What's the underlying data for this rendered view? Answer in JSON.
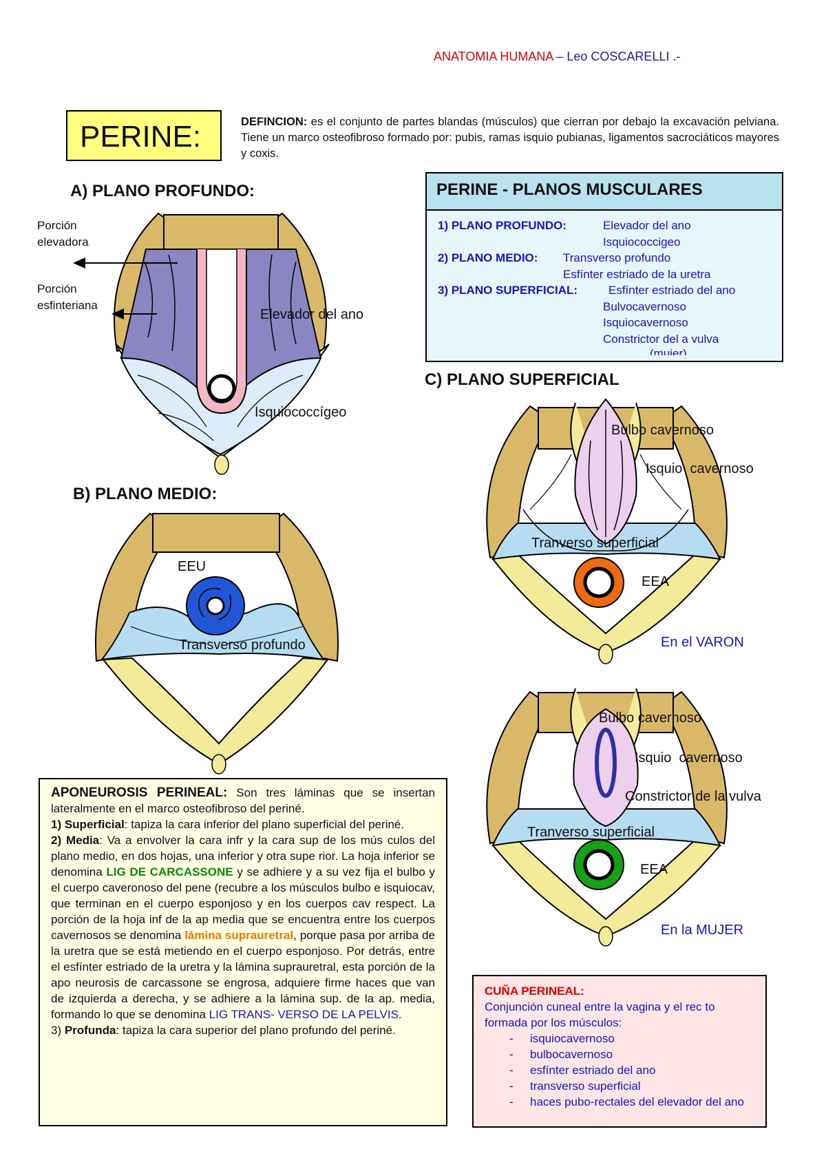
{
  "header": {
    "course": "ANATOMIA HUMANA",
    "sep": " – ",
    "author": "Leo COSCARELLI .-"
  },
  "title": "PERINE:",
  "definition": {
    "label": "DEFINCION:",
    "text": " es el conjunto de partes blandas (músculos) que cierran por debajo la excavación pelviana.  Tiene un marco osteofibroso formado por:  pubis, ramas isquio pubianas, ligamentos sacrociáticos mayores y coxis."
  },
  "sections": {
    "profundo": "A) PLANO PROFUNDO:",
    "medio": "B) PLANO MEDIO:",
    "superficial": "C) PLANO SUPERFICIAL"
  },
  "fig_a": {
    "porcion_elevadora": [
      "Porción",
      "elevadora"
    ],
    "porcion_esfinteriana": [
      "Porción",
      "esfinteriana"
    ],
    "elevador": "Elevador del ano",
    "isquio": "Isquiococcígeo"
  },
  "fig_b": {
    "eeu": "EEU",
    "transverso": "Transverso profundo"
  },
  "fig_varon": {
    "bulbo": "Bulbo cavernoso",
    "isquio": "Isquio  cavernoso",
    "transverso": "Tranverso superficial",
    "eea": "EEA",
    "caption": "En el VARON"
  },
  "fig_mujer": {
    "bulbo": "Bulbo cavernoso",
    "isquio": "Isquio  cavernoso",
    "constrictor": "Constrictor de la vulva",
    "transverso": "Tranverso superficial",
    "eea": "EEA",
    "caption": "En la MUJER"
  },
  "planos": {
    "title": "PERINE  - PLANOS MUSCULARES",
    "p1_label": "1) PLANO PROFUNDO:",
    "p1_items": [
      "Elevador del ano",
      "Isquiococcigeo"
    ],
    "p2_label": "2) PLANO MEDIO:",
    "p2_items": [
      "Transverso profundo",
      "Esfínter estriado de la uretra"
    ],
    "p3_label": "3) PLANO SUPERFICIAL:",
    "p3_items": [
      "Esfínter estriado del ano",
      "Bulvocavernoso",
      "Isquiocavernoso",
      "Constrictor del a vulva",
      "(mujer)"
    ]
  },
  "aponeurosis": {
    "title": "APONEUROSIS PERINEAL:",
    "intro": "  Son tres láminas que se insertan lateralmente en el marco osteofibroso del periné.",
    "sup_label": "1) Superficial",
    "sup_text": ": tapiza la cara inferior del plano superficial del periné.",
    "med_label": "2) Media",
    "med_text1": ": Va a envolver la cara infr y la cara sup de los mús culos del plano medio, en dos hojas, una inferior y otra supe rior. La hoja inferior se denomina ",
    "lig_carcassone": "LIG DE CARCASSONE",
    "med_text2": " y se adhiere y a su vez fija el bulbo y el cuerpo caveronoso del pene (recubre a los músculos bulbo e isquiocav, que terminan en el cuerpo esponjoso y en los cuerpos cav respect.  La porción de la hoja inf de la ap media que se encuentra entre los cuerpos cavernosos se denomina ",
    "lamina": "lámina suprauretral",
    "med_text3": ", porque pasa por arriba de la uretra que se está metiendo en el cuerpo esponjoso. Por detrás, entre el esfínter estriado de la uretra y la lámina suprauretral, esta porción de la apo neurosis de carcassone se engrosa, adquiere firme haces que van de izquierda a derecha, y se adhiere a la lámina sup. de la ap. media,    formando lo que se denomina ",
    "lig_transverso": "LIG TRANS- VERSO DE LA PELVIS.",
    "prof_label_pre": "3) ",
    "prof_label": "Profunda",
    "prof_text": ": tapiza la cara superior del plano profundo del periné."
  },
  "cuna": {
    "title": "CUÑA PERINEAL:",
    "text": "Conjunción cuneal entre la vagina y el rec to formada por los músculos:",
    "items": [
      "isquiocavernoso",
      "bulbocavernoso",
      "esfínter estriado del ano",
      "transverso superficial",
      "haces pubo-rectales del elevador del ano"
    ]
  },
  "colors": {
    "bone": "#d9b86a",
    "ligament": "#f3ea9a",
    "deep_muscle": "#8a86c4",
    "membrane": "#b6dcf2",
    "pink": "#f4b6c2",
    "eeu": "#1f57d6",
    "eea_male": "#f06a10",
    "eea_female": "#18a018"
  }
}
